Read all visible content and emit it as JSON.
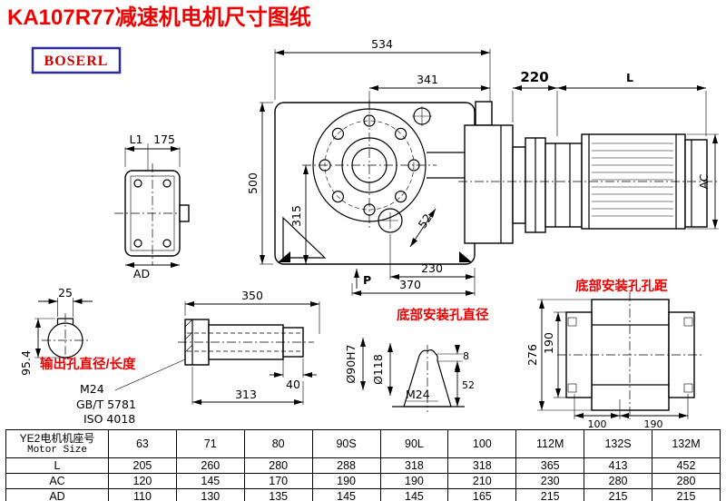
{
  "title": "KA107R77减速机电机尺寸图纸",
  "logo": "BOSERL",
  "front": {
    "w534": "534",
    "w341": "341",
    "h500": "500",
    "h315": "315",
    "a52": "52",
    "w230": "230",
    "w370": "370",
    "p": "P"
  },
  "side": {
    "w220": "220",
    "l": "L",
    "ac": "AC"
  },
  "left": {
    "l1": "L1",
    "w175": "175",
    "ad": "AD"
  },
  "shaft_end": {
    "w25": "25",
    "h954": "95.4"
  },
  "output": {
    "label": "输出孔直径/长度",
    "len350": "350",
    "len40": "40",
    "len313": "313",
    "m24": "M24",
    "gb": "GB/T 5781",
    "iso": "ISO 4018",
    "d90": "Ø90H7",
    "d118": "Ø118"
  },
  "hole": {
    "label": "底部安装孔直径",
    "h8": "8",
    "h52": "52",
    "m24": "M24"
  },
  "bottom": {
    "label": "底部安装孔孔距",
    "h276": "276",
    "h190": "190",
    "w100": "100",
    "w190": "190"
  },
  "table": {
    "header_cn": "YE2电机机座号",
    "header_en": "Motor Size",
    "sizes": [
      "63",
      "71",
      "80",
      "90S",
      "90L",
      "100",
      "112M",
      "132S",
      "132M"
    ],
    "rows": [
      {
        "label": "L",
        "values": [
          "205",
          "260",
          "280",
          "288",
          "318",
          "318",
          "365",
          "413",
          "452"
        ]
      },
      {
        "label": "AC",
        "values": [
          "120",
          "145",
          "170",
          "190",
          "190",
          "210",
          "230",
          "280",
          "280"
        ]
      },
      {
        "label": "AD",
        "values": [
          "110",
          "130",
          "135",
          "145",
          "145",
          "165",
          "215",
          "215",
          "215"
        ]
      }
    ]
  }
}
